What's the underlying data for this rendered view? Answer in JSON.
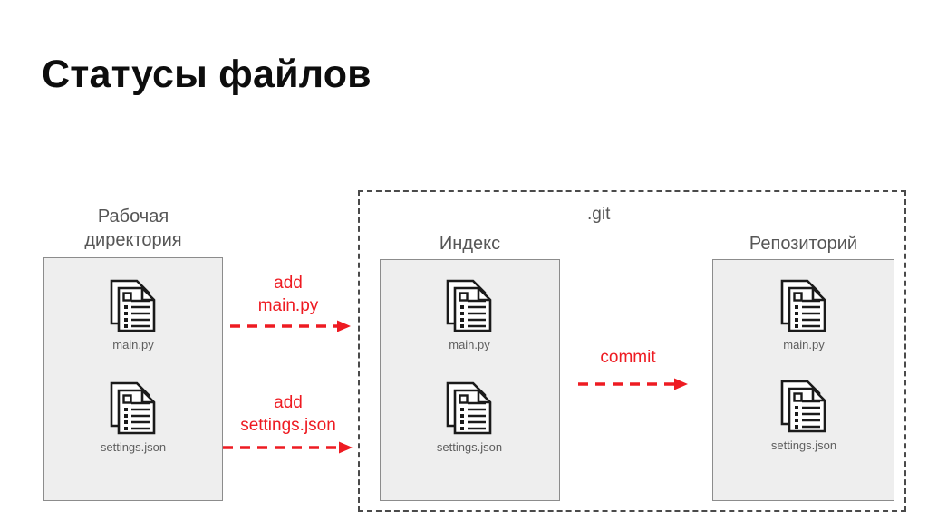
{
  "slide": {
    "title": "Статусы файлов"
  },
  "colors": {
    "accent_red": "#ee1b22",
    "panel_fill": "#eeeeee",
    "panel_border": "#8c8c8c",
    "heading_text": "#565656",
    "title_text": "#0d0d0d",
    "dashed_border": "#4a4a4a"
  },
  "git_container": {
    "label": ".git"
  },
  "columns": [
    {
      "id": "working-directory",
      "heading_line1": "Рабочая",
      "heading_line2": "директория",
      "files": [
        {
          "name": "main.py",
          "icon": "document-icon"
        },
        {
          "name": "settings.json",
          "icon": "document-icon"
        }
      ]
    },
    {
      "id": "index",
      "heading_line1": "Индекс",
      "heading_line2": "",
      "files": [
        {
          "name": "main.py",
          "icon": "document-icon"
        },
        {
          "name": "settings.json",
          "icon": "document-icon"
        }
      ]
    },
    {
      "id": "repository",
      "heading_line1": "Репозиторий",
      "heading_line2": "",
      "files": [
        {
          "name": "main.py",
          "icon": "document-icon"
        },
        {
          "name": "settings.json",
          "icon": "document-icon"
        }
      ]
    }
  ],
  "annotations": [
    {
      "id": "add-main",
      "line1": "add",
      "line2": "main.py",
      "arrow": "dashed-arrow-right"
    },
    {
      "id": "add-settings",
      "line1": "add",
      "line2": "settings.json",
      "arrow": "dashed-arrow-right"
    },
    {
      "id": "commit",
      "line1": "commit",
      "line2": "",
      "arrow": "dashed-arrow-right"
    }
  ]
}
